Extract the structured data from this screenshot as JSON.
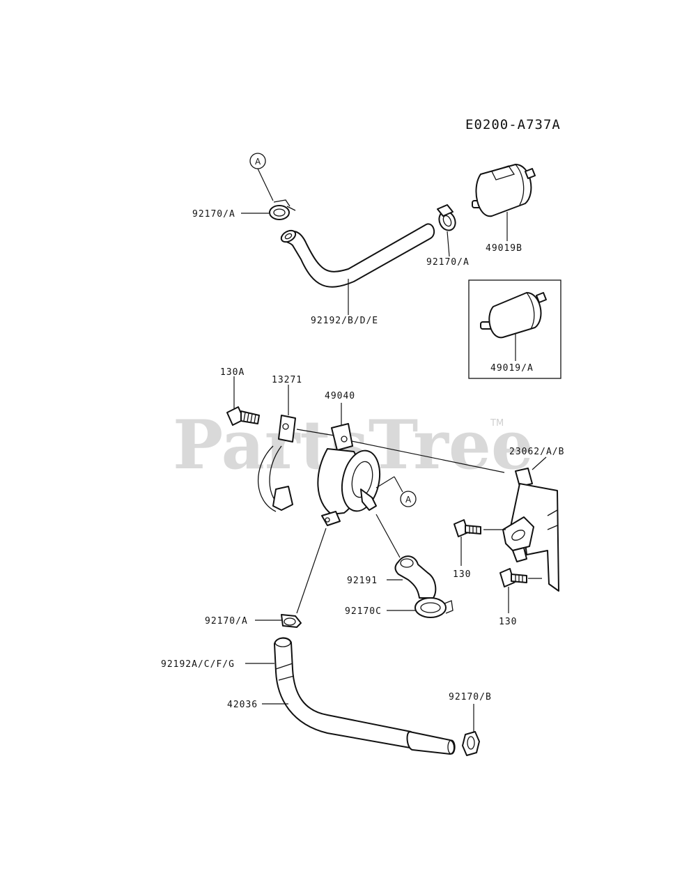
{
  "diagram_code": "E0200-A737A",
  "watermark": {
    "text": "PartsTree",
    "trademark": "TM"
  },
  "callout_ref": "A",
  "parts": {
    "clamp_top_left": "92170/A",
    "hose_top": "92192/B/D/E",
    "clamp_top_right": "92170/A",
    "fuel_filter": "49019B",
    "fuel_filter_alt": "49019/A",
    "bolt_left": "130A",
    "bracket_left": "13271",
    "fuel_pump": "49040",
    "bracket_right": "23062/A/B",
    "bolt_right_upper": "130",
    "bolt_right_lower": "130",
    "elbow_hose": "92191",
    "clamp_elbow": "92170C",
    "clamp_pump_outlet": "92170/A",
    "hose_bottom_upper": "92192A/C/F/G",
    "hose_bottom": "42036",
    "clamp_bottom_end": "92170/B"
  },
  "colors": {
    "line": "#111111",
    "watermark": "#d9d9d9",
    "background": "#ffffff"
  }
}
